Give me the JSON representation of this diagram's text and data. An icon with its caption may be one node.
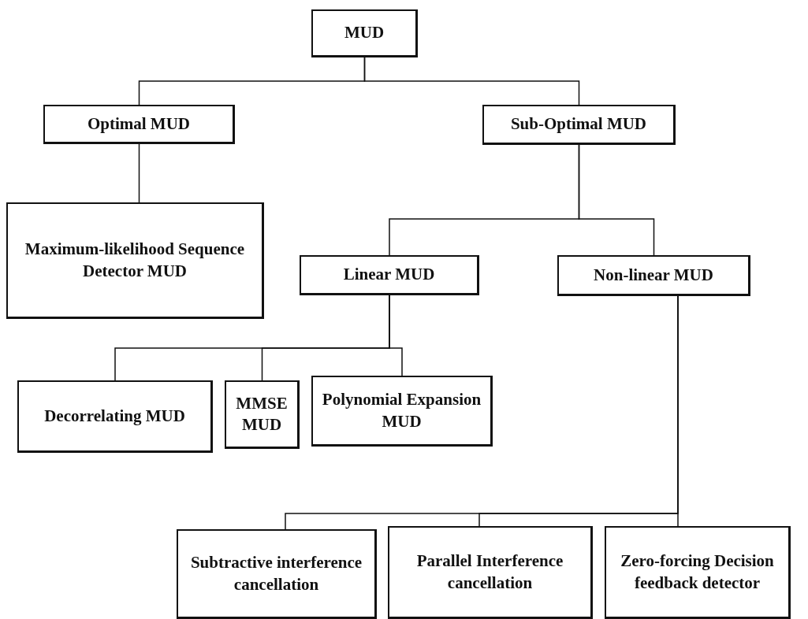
{
  "diagram": {
    "nodes": [
      {
        "text": [
          "MUD"
        ]
      },
      {
        "text": [
          "Optimal MUD"
        ]
      },
      {
        "text": [
          "Sub-Optimal MUD"
        ]
      },
      {
        "text": [
          "Maximum-likelihood Sequence Detector MUD"
        ]
      },
      {
        "text": [
          "Linear MUD"
        ]
      },
      {
        "text": [
          "Non-linear MUD"
        ]
      },
      {
        "text": [
          "Decorrelating MUD"
        ]
      },
      {
        "text": [
          "MMSE MUD"
        ]
      },
      {
        "text": [
          "Polynomial Expansion MUD"
        ]
      },
      {
        "text": [
          "Subtractive interference cancellation"
        ]
      },
      {
        "text": [
          "Parallel Interference cancellation"
        ]
      },
      {
        "text": [
          "Zero-forcing Decision feedback detector"
        ]
      }
    ],
    "edges": [
      {
        "from": 0,
        "to": 1,
        "arrow": "none"
      },
      {
        "from": 0,
        "to": 2,
        "arrow": "none"
      },
      {
        "from": 1,
        "to": 3,
        "arrow": "none"
      },
      {
        "from": 2,
        "to": 4,
        "arrow": "none"
      },
      {
        "from": 2,
        "to": 5,
        "arrow": "none"
      },
      {
        "from": 4,
        "to": 6,
        "arrow": "none"
      },
      {
        "from": 4,
        "to": 7,
        "arrow": "none"
      },
      {
        "from": 4,
        "to": 8,
        "arrow": "none"
      },
      {
        "from": 5,
        "to": 9,
        "arrow": "none"
      },
      {
        "from": 5,
        "to": 10,
        "arrow": "none"
      },
      {
        "from": 5,
        "to": 11,
        "arrow": "none"
      }
    ]
  }
}
